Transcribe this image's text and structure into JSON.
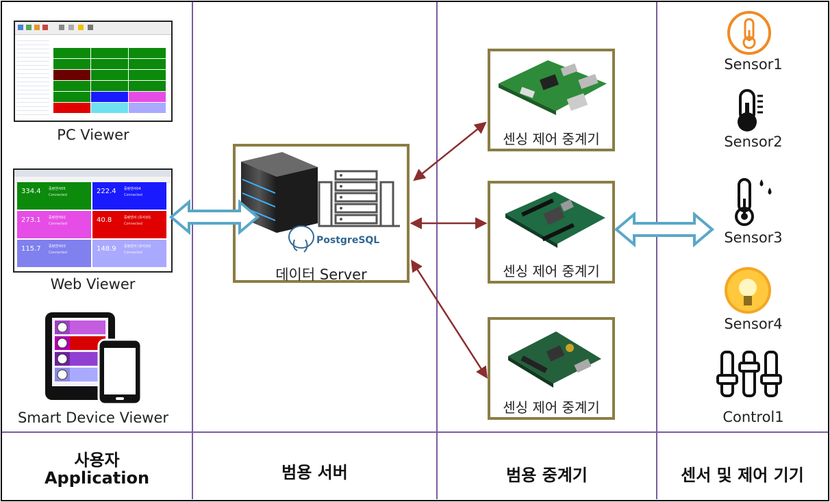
{
  "columns": {
    "user_app_line1": "사용자",
    "user_app_line2": "Application",
    "server": "범용 서버",
    "relay": "범용 중계기",
    "sensor_devices": "센서 및 제어 기기"
  },
  "viewers": {
    "pc": "PC Viewer",
    "web": "Web Viewer",
    "smart": "Smart Device Viewer"
  },
  "server": {
    "label": "데이터 Server",
    "db_logo": "PostgreSQL"
  },
  "relays": [
    {
      "label": "센싱 제어 중계기"
    },
    {
      "label": "센싱 제어 중계기"
    },
    {
      "label": "센싱 제어 중계기"
    }
  ],
  "devices": [
    {
      "label": "Sensor1",
      "icon": "thermometer-circle-icon"
    },
    {
      "label": "Sensor2",
      "icon": "thermometer-scale-icon"
    },
    {
      "label": "Sensor3",
      "icon": "thermometer-drops-icon"
    },
    {
      "label": "Sensor4",
      "icon": "lightbulb-icon"
    },
    {
      "label": "Control1",
      "icon": "sliders-icon"
    }
  ],
  "web_tiles": [
    {
      "value": "334.4",
      "title": "중량센서05",
      "status": "Connected",
      "color": "#0b8a0b"
    },
    {
      "value": "222.4",
      "title": "중량센서04",
      "status": "Connected",
      "color": "#1a1aff"
    },
    {
      "value": "273.1",
      "title": "중량센서02",
      "status": "Connected",
      "color": "#e64de6"
    },
    {
      "value": "40.8",
      "title": "중량센서 (유사)01",
      "status": "Connected",
      "color": "#e00000"
    },
    {
      "value": "115.7",
      "title": "중량센서03",
      "status": "Connected",
      "color": "#8080ee"
    },
    {
      "value": "148.9",
      "title": "중량센서 (유사)02",
      "status": "Connected",
      "color": "#a9a9ff"
    }
  ],
  "colors": {
    "frame": "#111111",
    "divider": "#7a5c9e",
    "box_border": "#8b7d45",
    "arrow_red": "#8b2e2e",
    "arrow_blue": "#5aa7c7"
  }
}
